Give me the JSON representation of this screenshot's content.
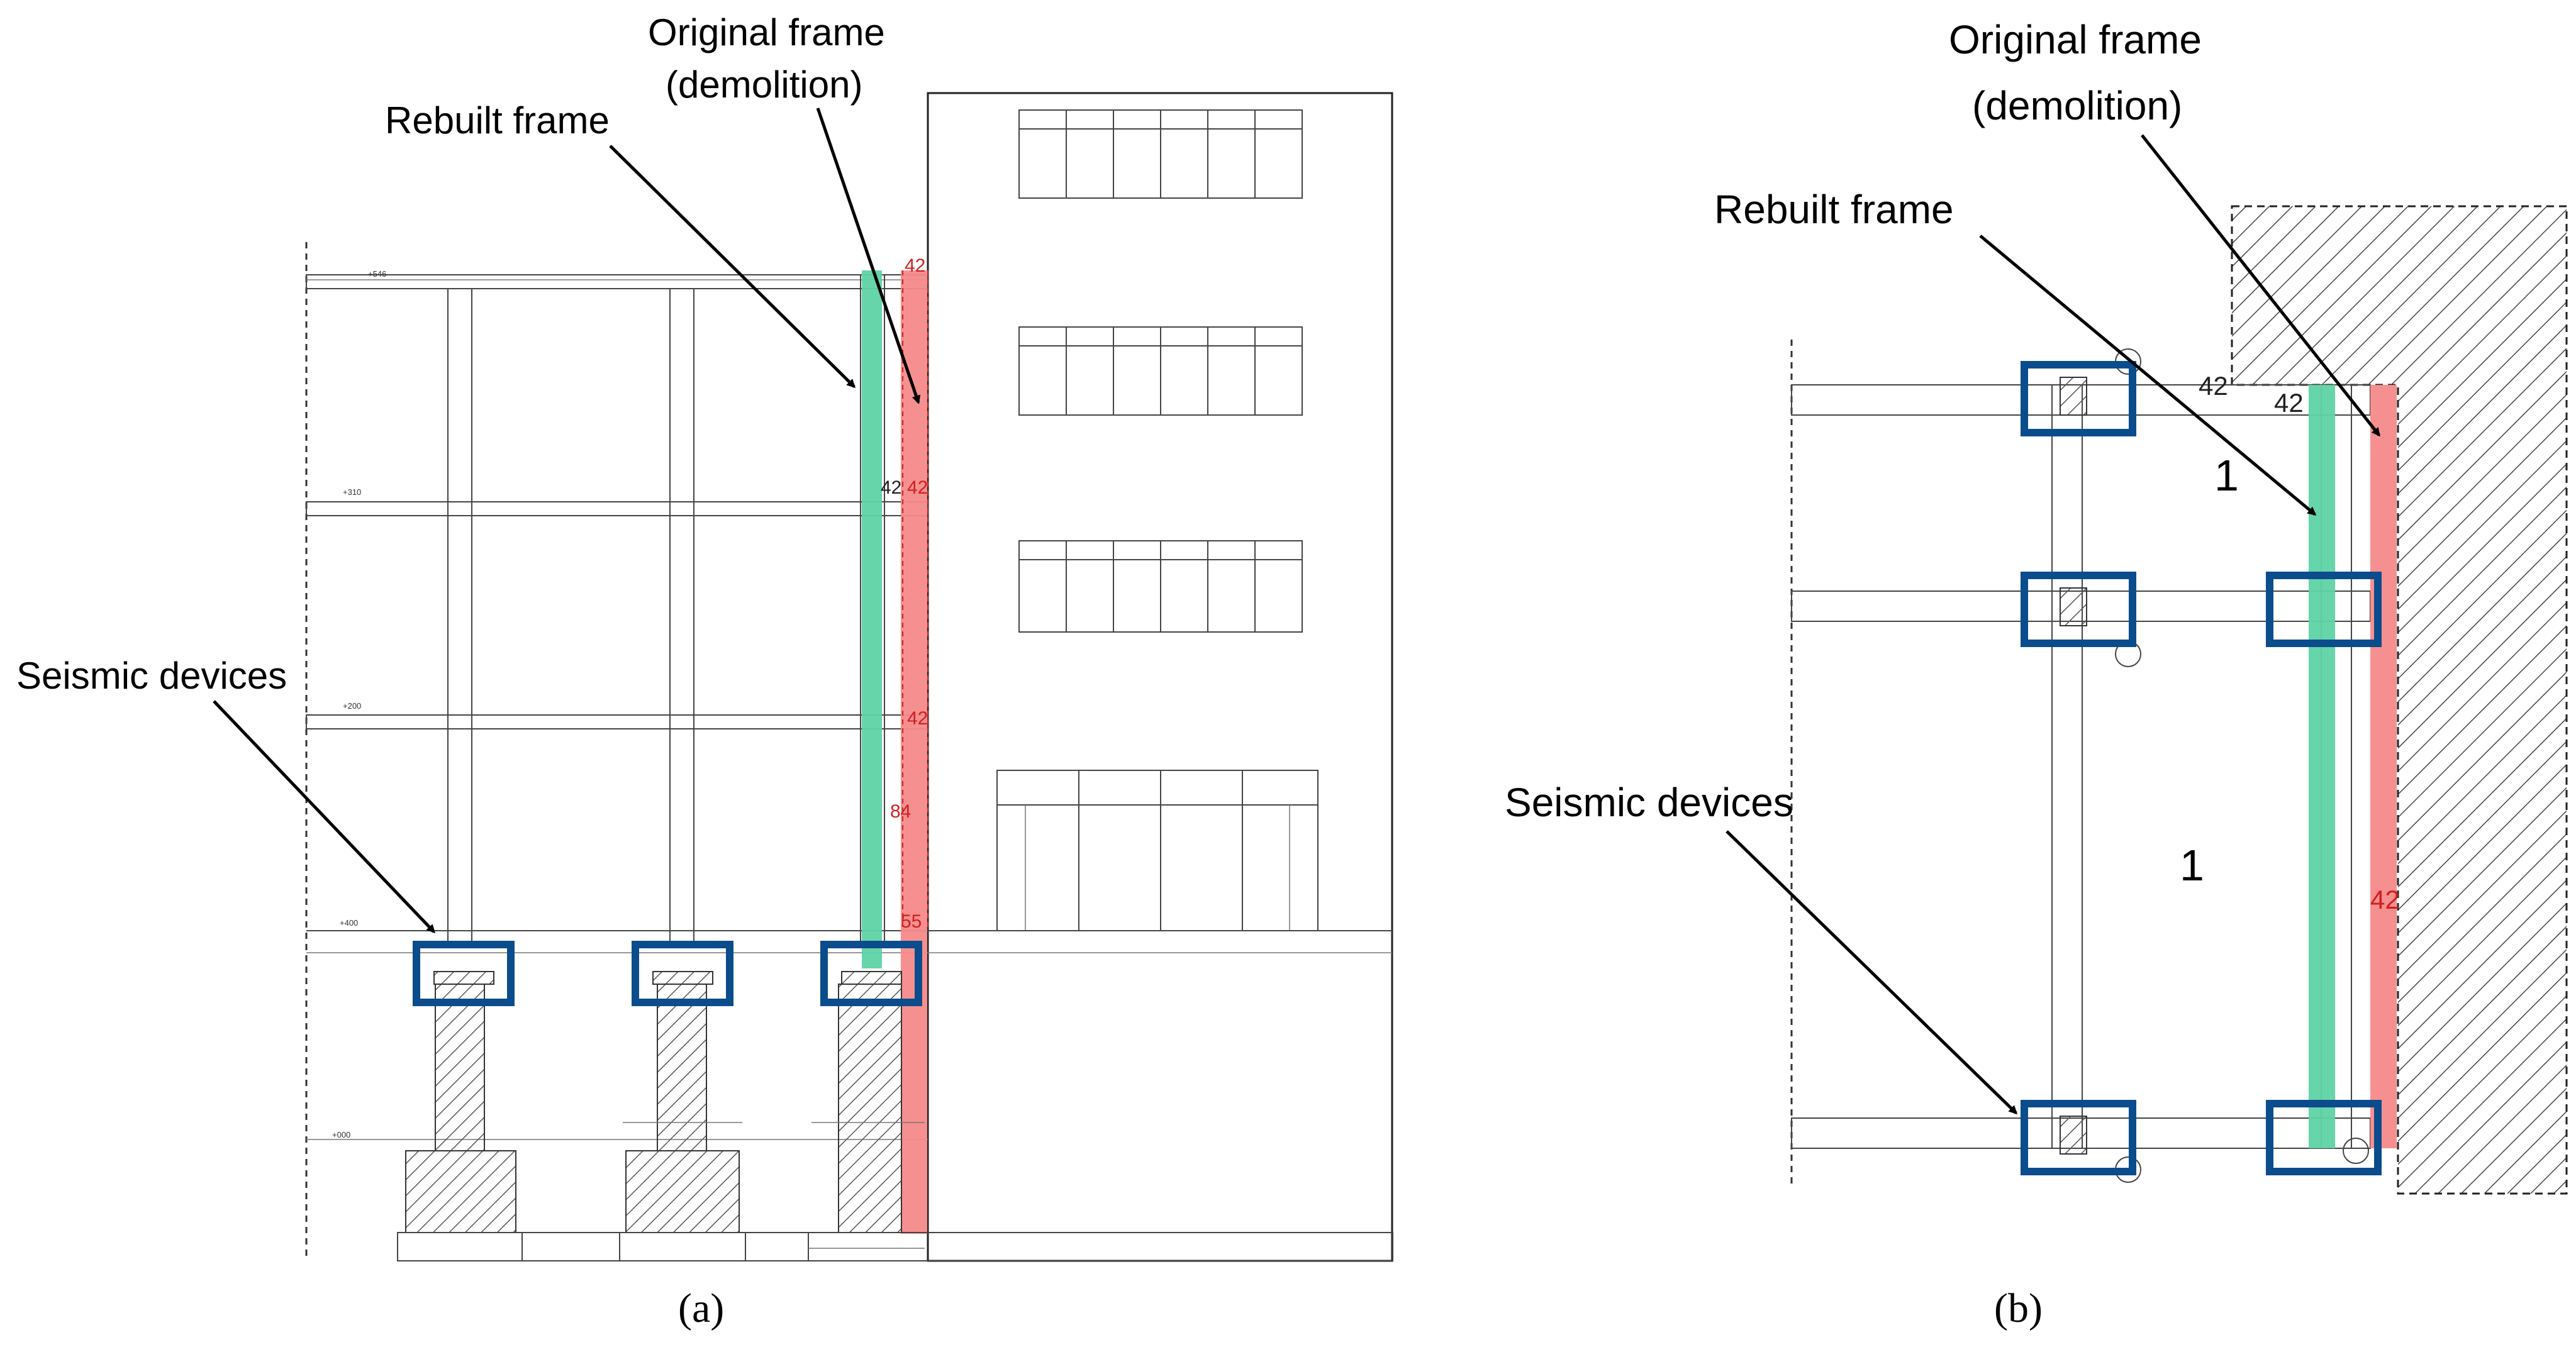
{
  "panel_a": {
    "label_rebuilt": "Rebuilt frame",
    "label_original_1": "Original frame",
    "label_original_2": "(demolition)",
    "label_seismic": "Seismic devices",
    "panel_label": "(a)",
    "dims": {
      "green_top": "42",
      "green_mid": "42",
      "red_mid": "42",
      "red_low": "42",
      "red_84": "84",
      "red_55": "55"
    }
  },
  "panel_b": {
    "label_rebuilt": "Rebuilt frame",
    "label_original_1": "Original frame",
    "label_original_2": "(demolition)",
    "label_seismic": "Seismic devices",
    "panel_label": "(b)",
    "dims": {
      "top_left_42": "42",
      "top_right_42": "42",
      "red_42": "42"
    },
    "room_numbers": [
      "1",
      "1"
    ]
  },
  "colors": {
    "rebuilt_green": "#5FD3A5",
    "original_red": "#F58A8A",
    "device_box_blue": "#0B4C8C",
    "dim_red": "#D02020"
  },
  "icons": [
    "arrow-icon",
    "hatch-pattern-icon"
  ]
}
